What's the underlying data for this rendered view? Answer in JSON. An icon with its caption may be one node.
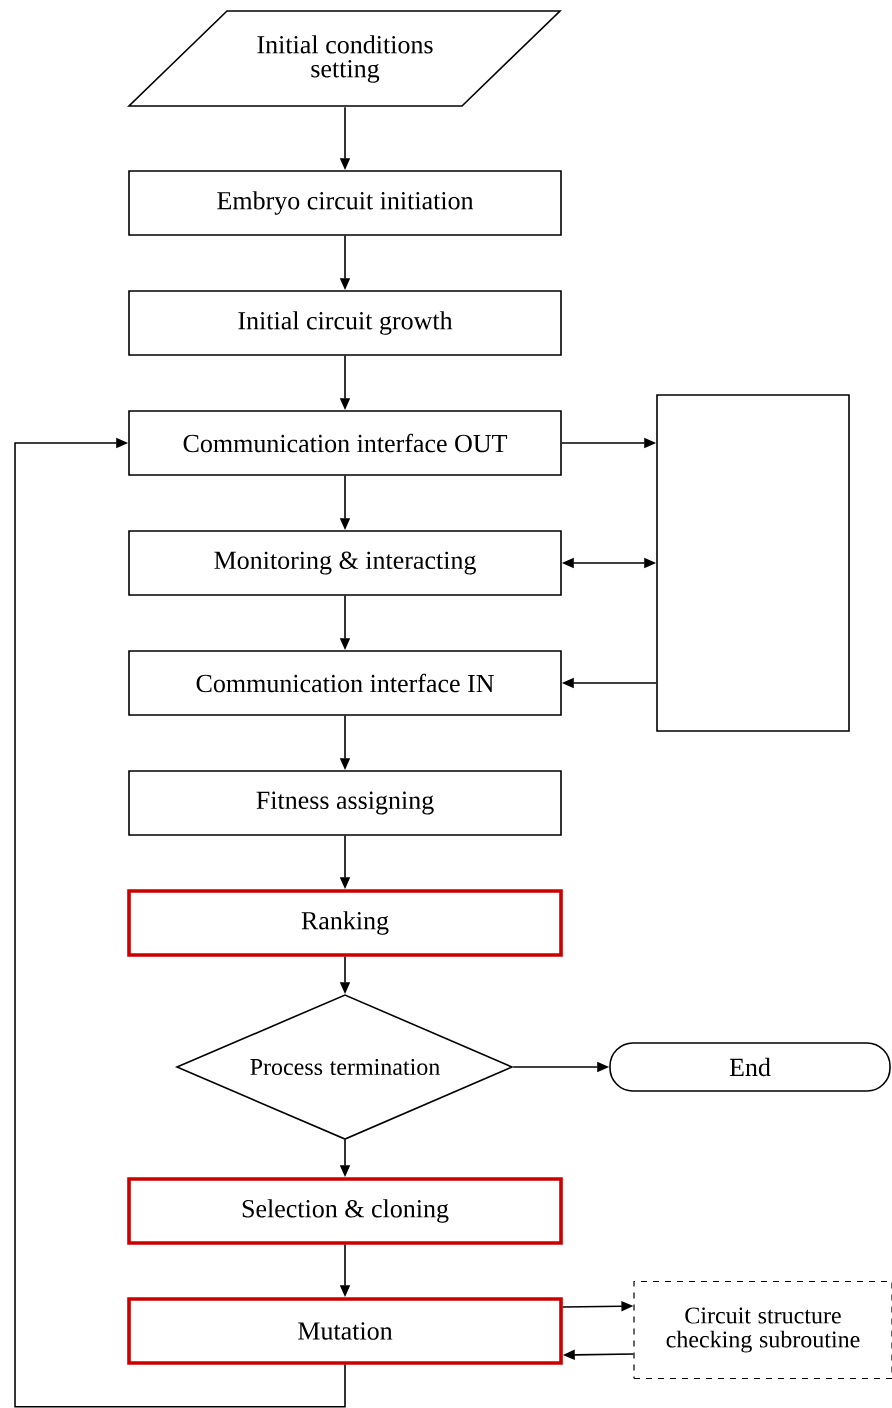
{
  "diagram": {
    "nodes": [
      {
        "text": [
          "Initial conditions setting"
        ]
      },
      {
        "text": [
          "Embryo circuit initiation"
        ]
      },
      {
        "text": [
          "Initial circuit growth"
        ]
      },
      {
        "text": [
          "Communication interface OUT"
        ]
      },
      {
        "text": [
          "Monitoring & interacting"
        ]
      },
      {
        "text": [
          "Communication interface IN"
        ]
      },
      {
        "text": [
          "Fitness assigning"
        ]
      },
      {
        "text": [
          "Ranking"
        ]
      },
      {
        "text": [
          "Process termination"
        ]
      },
      {
        "text": [
          "End"
        ]
      },
      {
        "text": [
          "Selection & cloning"
        ]
      },
      {
        "text": [
          "Mutation"
        ]
      },
      {
        "text": [],
        "shape": "box"
      },
      {
        "text": [
          "Circuit structure checking subroutine"
        ]
      }
    ],
    "edges": [
      {
        "from": 0,
        "to": 1,
        "arrow": "to"
      },
      {
        "from": 1,
        "to": 2,
        "arrow": "to"
      },
      {
        "from": 2,
        "to": 3,
        "arrow": "to"
      },
      {
        "from": 3,
        "to": 12,
        "arrow": "to"
      },
      {
        "from": 3,
        "to": 4,
        "arrow": "to"
      },
      {
        "from": 4,
        "to": 12,
        "arrow": "both"
      },
      {
        "from": 4,
        "to": 5,
        "arrow": "to"
      },
      {
        "from": 12,
        "to": 5,
        "arrow": "to"
      },
      {
        "from": 5,
        "to": 6,
        "arrow": "to"
      },
      {
        "from": 6,
        "to": 7,
        "arrow": "to"
      },
      {
        "from": 7,
        "to": 8,
        "arrow": "to"
      },
      {
        "from": 8,
        "to": 9,
        "arrow": "to"
      },
      {
        "from": 8,
        "to": 10,
        "arrow": "to"
      },
      {
        "from": 10,
        "to": 11,
        "arrow": "to"
      },
      {
        "from": 11,
        "to": 13,
        "arrow": "to"
      },
      {
        "from": 13,
        "to": 11,
        "arrow": "to"
      },
      {
        "from": 11,
        "to": 3,
        "arrow": "to"
      }
    ]
  }
}
